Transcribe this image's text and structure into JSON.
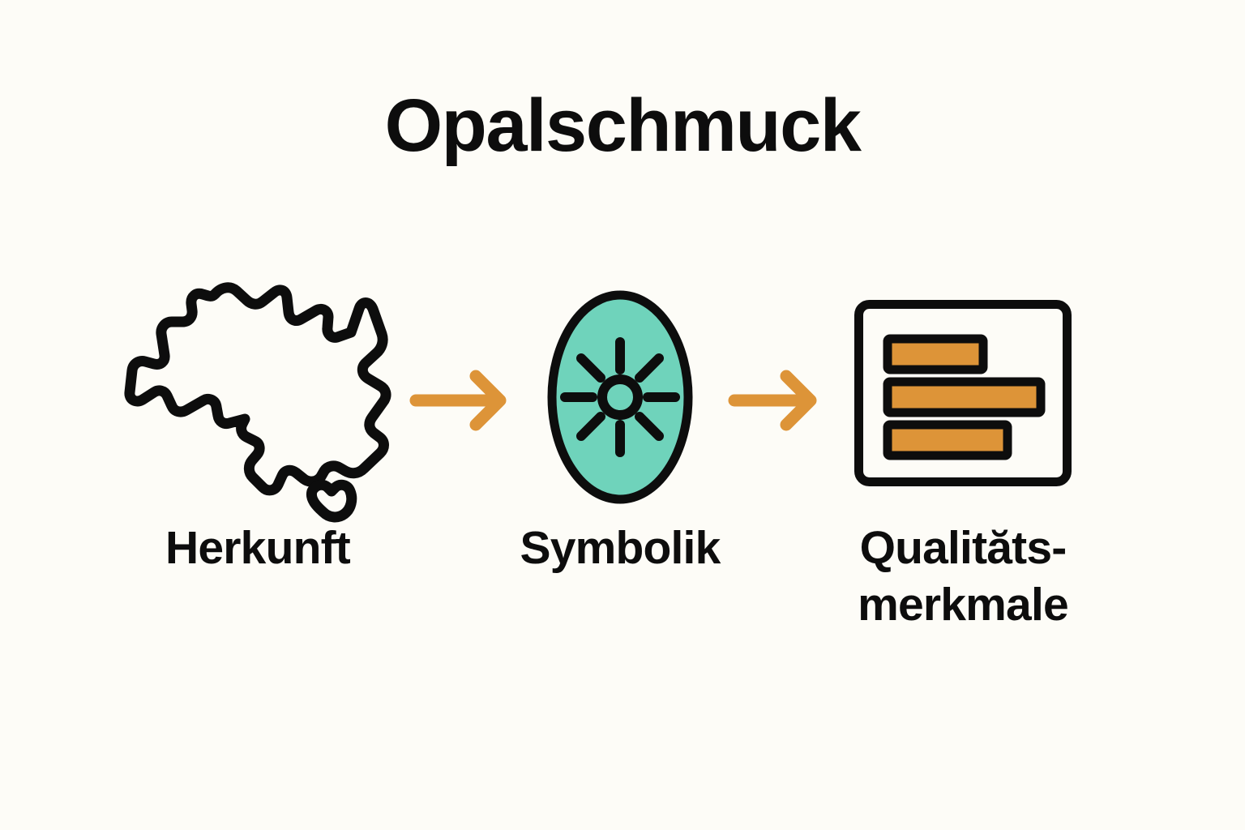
{
  "page": {
    "title": "Opalschmuck",
    "background_color": "#fdfcf7",
    "ink_color": "#0d0d0d",
    "accent_color": "#dd9438",
    "gem_color": "#6fd3bb"
  },
  "steps": [
    {
      "label": "Herkunft",
      "icon": "australia-map-icon"
    },
    {
      "label": "Symbolik",
      "icon": "opal-gemstone-sparkle-icon"
    },
    {
      "label": "Qualităts-\nmerkmale",
      "label_line1": "Qualităts-",
      "label_line2": "merkmale",
      "icon": "quality-criteria-card-icon"
    }
  ],
  "connectors": [
    {
      "name": "arrow-step1-to-step2",
      "direction": "right"
    },
    {
      "name": "arrow-step2-to-step3",
      "direction": "right"
    }
  ]
}
